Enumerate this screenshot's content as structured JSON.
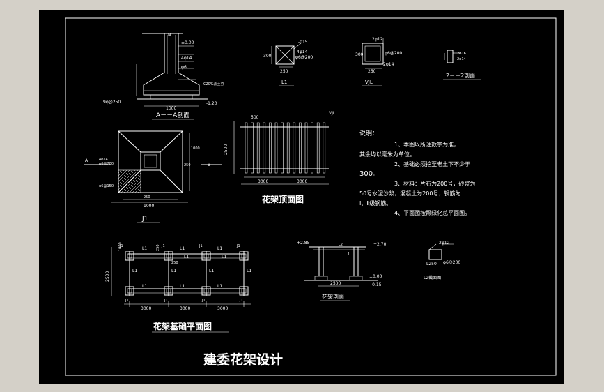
{
  "colors": {
    "background": "#000000",
    "line": "#ffffff",
    "frame": "#d4d0c8"
  },
  "drawing": {
    "title": "建委花架设计",
    "section_aa": {
      "title": "A－－A剖面",
      "labels": [
        "±0.00",
        "4φ14",
        "φ6",
        "C20%素土夯",
        "9φ@250",
        "-1.20",
        "1000"
      ]
    },
    "l1": {
      "title": "L1",
      "labels": [
        "-015",
        "4φ14",
        "φ6@200",
        "300",
        "250"
      ]
    },
    "vjl": {
      "title": "VJL",
      "labels": [
        "2φ12",
        "φ6@200",
        "2φ14",
        "250",
        "300"
      ]
    },
    "section_22": {
      "title": "2－－2剖面",
      "labels": [
        "2φ16",
        "2φ14"
      ]
    },
    "j1": {
      "title": "J1",
      "labels": [
        "A",
        "A",
        "4φ14",
        "φ6@200",
        "φ6@150",
        "250",
        "250",
        "1000",
        "1000"
      ]
    },
    "top_plan": {
      "title": "花架顶面图",
      "labels": [
        "500",
        "2500",
        "3000",
        "3000",
        "VJL"
      ]
    },
    "notes": {
      "heading": "说明：",
      "lines": [
        "1、本图以所注数字为准，",
        "其余均以毫米为单位。",
        "2、基础必须挖至老土下不少于",
        "300。",
        "3、材料：片石为200号，砂浆为",
        "50号水泥沙浆，混凝土为200号，钢筋为",
        "Ⅰ、Ⅱ级钢筋。",
        "4、平面图按照绿化总平面图。"
      ]
    },
    "foundation_plan": {
      "title": "花架基础平面图",
      "beam_labels": [
        "L1",
        "L1",
        "L1",
        "L1",
        "L1",
        "L1",
        "L1",
        "L1",
        "L1",
        "L1",
        "L1",
        "L1"
      ],
      "column_labels": [
        "J1",
        "J1",
        "J1",
        "J1",
        "J1",
        "J1",
        "J1",
        "J1"
      ],
      "dims": [
        "3000",
        "3000",
        "3000",
        "2500",
        "1000",
        "250",
        "250"
      ]
    },
    "section_elev": {
      "title": "花架剖面",
      "labels": [
        "+2.85",
        "+2.70",
        "L2",
        "L1",
        "±0.00",
        "-0.15",
        "2500"
      ]
    },
    "beam_detail": {
      "title": "L2截面图",
      "labels": [
        "2φ12",
        "L250",
        "φ6@200"
      ]
    }
  }
}
